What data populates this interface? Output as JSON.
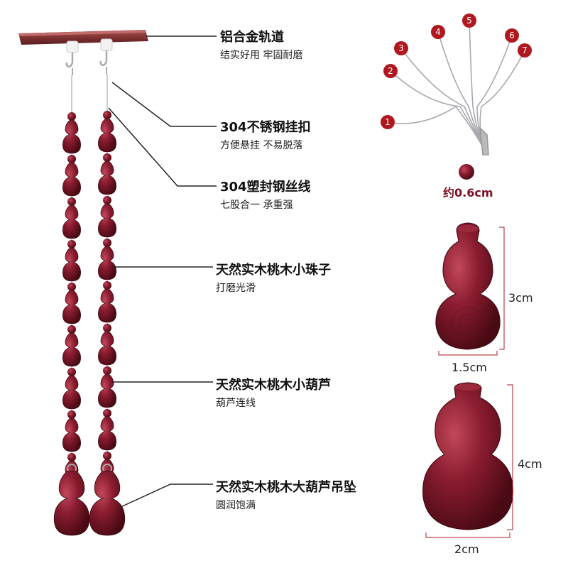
{
  "labels": [
    {
      "title": "铝合金轨道",
      "subtitle": "结实好用 牢固耐磨"
    },
    {
      "title": "304不锈钢挂扣",
      "subtitle": "方便悬挂 不易脱落"
    },
    {
      "title": "304塑封钢丝线",
      "subtitle": "七股合一 承重强"
    },
    {
      "title": "天然实木桃木小珠子",
      "subtitle": "打磨光滑"
    },
    {
      "title": "天然实木桃木小葫芦",
      "subtitle": "葫芦连线"
    },
    {
      "title": "天然实木桃木大葫芦吊坠",
      "subtitle": "圆润饱满"
    }
  ],
  "wire_strand_numbers": [
    "1",
    "2",
    "3",
    "4",
    "5",
    "6",
    "7"
  ],
  "dimensions": {
    "bead": "约0.6cm",
    "small_gourd_height": "3cm",
    "small_gourd_width": "1.5cm",
    "large_gourd_height": "4cm",
    "large_gourd_width": "2cm"
  },
  "colors": {
    "wood": "#7a1828",
    "wood_dark": "#4a0a14",
    "wood_light": "#b03a4a",
    "rail": "#8a3b3b",
    "badge": "#b0171f",
    "line": "#222222"
  }
}
